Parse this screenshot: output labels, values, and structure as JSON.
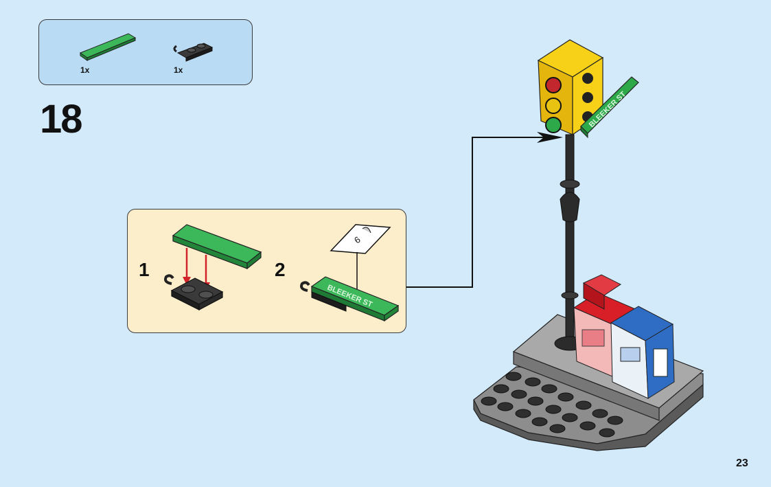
{
  "parts": [
    {
      "name": "green-tile-1x4",
      "qty": "1x",
      "color": "#2ea94a"
    },
    {
      "name": "black-plate-with-clip",
      "qty": "1x",
      "color": "#2b2b2b"
    }
  ],
  "step_number": "18",
  "substeps": [
    {
      "number": "1"
    },
    {
      "number": "2",
      "sticker_number": "6",
      "sticker_text": "BLEEKER ST"
    }
  ],
  "sign_text": "BLEEKER ST",
  "page_number": "23",
  "colors": {
    "background": "#d3eafa",
    "parts_box": "#b9dbf4",
    "substep_box": "#fdeecb",
    "arrow": "#d3232a",
    "green": "#2ea94a",
    "yellow": "#f7d117",
    "red": "#d81e27",
    "blue": "#2f6cc4",
    "gray": "#8d8d8d"
  }
}
